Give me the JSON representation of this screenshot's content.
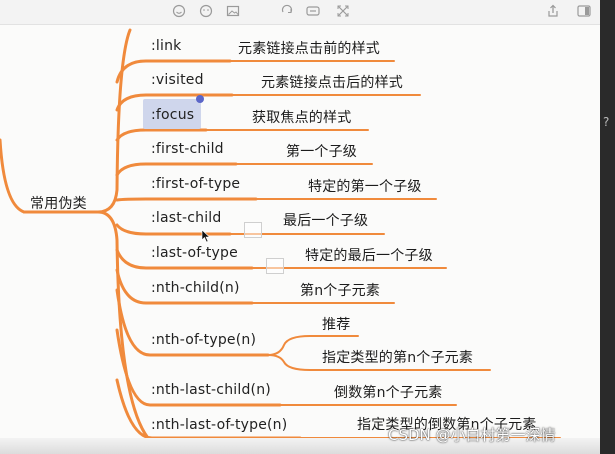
{
  "toolbar": {
    "icons": [
      "smiley-icon",
      "emoji-icon",
      "image-icon",
      "undo-icon",
      "link-box-icon",
      "expand-icon",
      "share-icon",
      "sidebar-icon"
    ]
  },
  "mindmap": {
    "root": "常用伪类",
    "items": [
      {
        "selector": ":link",
        "desc": "元素链接点击前的样式"
      },
      {
        "selector": ":visited",
        "desc": "元素链接点击后的样式"
      },
      {
        "selector": ":focus",
        "desc": "获取焦点的样式"
      },
      {
        "selector": ":first-child",
        "desc": "第一个子级"
      },
      {
        "selector": ":first-of-type",
        "desc": "特定的第一个子级"
      },
      {
        "selector": ":last-child",
        "desc": "最后一个子级"
      },
      {
        "selector": ":last-of-type",
        "desc": "特定的最后一个子级"
      },
      {
        "selector": ":nth-child(n)",
        "desc": "第n个子元素"
      },
      {
        "selector": ":nth-of-type(n)",
        "desc_a": "推荐",
        "desc_b": "指定类型的第n个子元素"
      },
      {
        "selector": ":nth-last-child(n)",
        "desc": "倒数第n个子元素"
      },
      {
        "selector": ":nth-last-of-type(n)",
        "desc": "指定类型的倒数第n个子元素"
      }
    ],
    "branch_color": "#f08a3c"
  },
  "watermark": "CSDN @小白村第一深情"
}
